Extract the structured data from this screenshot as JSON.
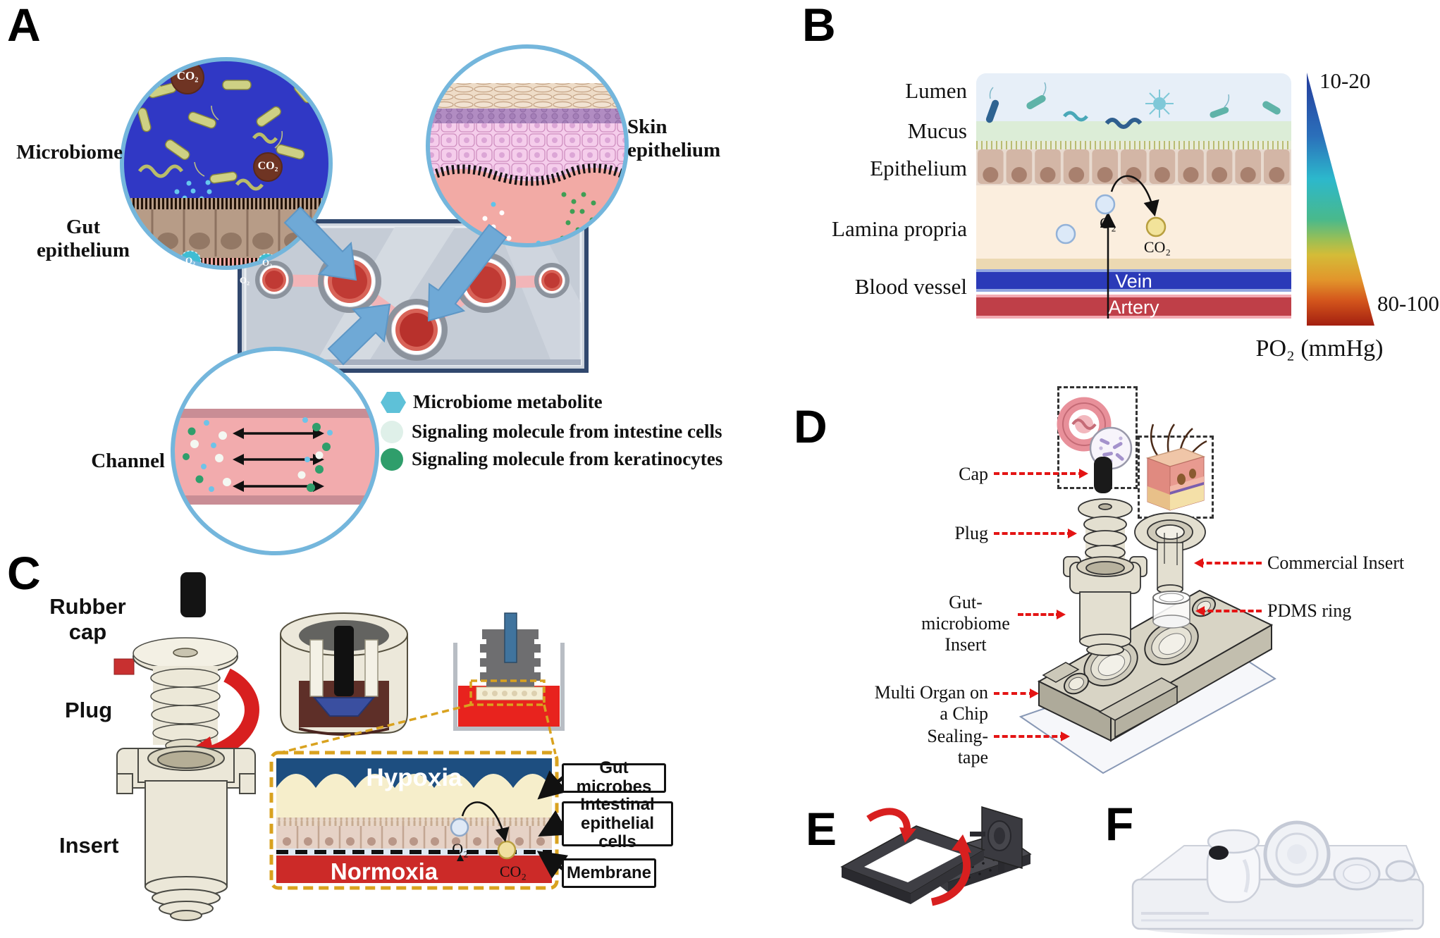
{
  "panel_a": {
    "letter": "A",
    "microbiome_label": "Microbiome",
    "gut_label_l1": "Gut",
    "gut_label_l2": "epithelium",
    "skin_label_l1": "Skin",
    "skin_label_l2": "epithelium",
    "channel_label": "Channel",
    "o2": "O₂",
    "co2": "CO₂",
    "legend": {
      "items": [
        {
          "icon": "hexagon-teal-icon",
          "color": "#5ec1d8",
          "label": "Microbiome metabolite"
        },
        {
          "icon": "circle-mint-icon",
          "color": "#dff0e9",
          "label": "Signaling molecule from intestine cells"
        },
        {
          "icon": "circle-green-icon",
          "color": "#2f9e6b",
          "label": "Signaling molecule from keratinocytes"
        }
      ]
    }
  },
  "panel_b": {
    "letter": "B",
    "layers": [
      "Lumen",
      "Mucus",
      "Epithelium",
      "Lamina propria",
      "Blood vessel"
    ],
    "vein": "Vein",
    "artery": "Artery",
    "o2": "O₂",
    "co2": "CO₂",
    "scale_top": "10-20",
    "scale_bottom": "80-100",
    "scale_title": "PO₂ (mmHg)"
  },
  "panel_c": {
    "letter": "C",
    "rubber_cap_l1": "Rubber",
    "rubber_cap_l2": "cap",
    "plug_label": "Plug",
    "insert_label": "Insert",
    "hypoxia": "Hypoxia",
    "normoxia": "Normoxia",
    "o2": "O₂",
    "co2": "CO₂",
    "callouts": [
      {
        "l1": "Gut microbes",
        "l2": ""
      },
      {
        "l1": "Intestinal",
        "l2": "epithelial cells"
      },
      {
        "l1": "Membrane",
        "l2": ""
      }
    ]
  },
  "panel_d": {
    "letter": "D",
    "cap": "Cap",
    "plug": "Plug",
    "commercial_insert": "Commercial Insert",
    "gut_insert_l1": "Gut-microbiome",
    "gut_insert_l2": "Insert",
    "pdms_ring": "PDMS ring",
    "chip": "Multi Organ on a Chip",
    "tape": "Sealing-tape"
  },
  "panel_e": {
    "letter": "E"
  },
  "panel_f": {
    "letter": "F"
  },
  "colors": {
    "circle_border_blue": "#74b6dc",
    "arrow_blue": "#6fa9d6",
    "microbiome_bg_blue": "#3038c5",
    "hypoxia_blue": "#1d4e80",
    "normoxia_red": "#cc2a28",
    "vein_blue": "#2b3ab8",
    "artery_red": "#bf3f48",
    "gold_dash": "#d9a21f",
    "red_dash_arrow": "#e41414",
    "teal_o2": "#3fbdd3",
    "co2_brown": "#6f3423"
  }
}
